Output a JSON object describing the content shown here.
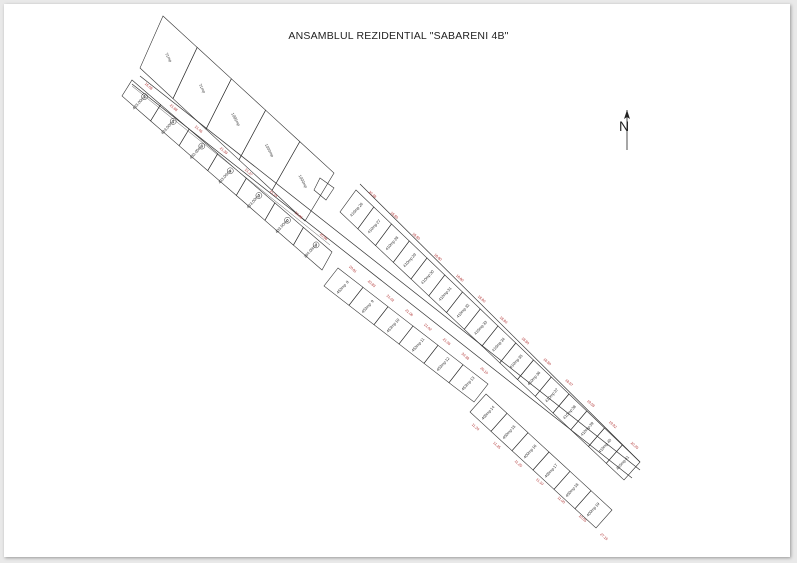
{
  "title": "ANSAMBLUL REZIDENTIAL \"SABARENI 4B\"",
  "north": {
    "label": "N",
    "icon": "north-arrow-icon"
  },
  "north_parcels": [
    {
      "area": "71mp"
    },
    {
      "area": "71mp"
    },
    {
      "area": "1085mp"
    },
    {
      "area": "1000mp"
    },
    {
      "area": "1000mp"
    }
  ],
  "west_lots": [
    {
      "number": "1",
      "area": "433.00mp"
    },
    {
      "number": "2",
      "area": "433.00mp"
    },
    {
      "number": "3",
      "area": "433.00mp"
    },
    {
      "number": "4",
      "area": "433.00mp"
    },
    {
      "number": "5",
      "area": "433.00mp"
    },
    {
      "number": "6",
      "area": "433.00mp"
    },
    {
      "number": "7",
      "area": "384.00mp"
    }
  ],
  "road_lots": [
    {
      "number": "8",
      "area": "453mp"
    },
    {
      "number": "9",
      "area": "453mp"
    },
    {
      "number": "10",
      "area": "453mp"
    },
    {
      "number": "11",
      "area": "453mp"
    },
    {
      "number": "12",
      "area": "453mp"
    },
    {
      "number": "13",
      "area": "453mp"
    }
  ],
  "east_lots": [
    {
      "number": "26",
      "area": "410mp"
    },
    {
      "number": "27",
      "area": "410mp"
    },
    {
      "number": "28",
      "area": "410mp"
    },
    {
      "number": "29",
      "area": "410mp"
    },
    {
      "number": "30",
      "area": "410mp"
    },
    {
      "number": "31",
      "area": "410mp"
    },
    {
      "number": "32",
      "area": "410mp"
    },
    {
      "number": "33",
      "area": "410mp"
    },
    {
      "number": "34",
      "area": "410mp"
    },
    {
      "number": "35",
      "area": "410mp"
    },
    {
      "number": "36",
      "area": "410mp"
    },
    {
      "number": "37",
      "area": "410mp"
    },
    {
      "number": "38",
      "area": "410mp"
    },
    {
      "number": "39",
      "area": "410mp"
    },
    {
      "number": "40",
      "area": "410mp"
    },
    {
      "number": "41",
      "area": "410mp"
    }
  ],
  "south_lots": [
    {
      "number": "14",
      "area": "400mp"
    },
    {
      "number": "15",
      "area": "400mp"
    },
    {
      "number": "16",
      "area": "400mp"
    },
    {
      "number": "17",
      "area": "400mp"
    },
    {
      "number": "18",
      "area": "400mp"
    },
    {
      "number": "19",
      "area": "400mp"
    }
  ],
  "dimensions_west": [
    "16.58",
    "21.68",
    "21.46",
    "21.39",
    "21.27",
    "21.14",
    "21.06",
    "20.96"
  ],
  "dimensions_east": [
    "20.38",
    "18.80",
    "18.80",
    "18.80",
    "18.80",
    "18.80",
    "18.80",
    "18.80",
    "18.80",
    "18.97",
    "19.59",
    "19.92",
    "20.25"
  ],
  "dimensions_road": [
    "20.81",
    "20.83",
    "21.02",
    "21.06",
    "21.02",
    "21.05",
    "20.38",
    "20.10"
  ],
  "dimensions_south": [
    "11.20",
    "11.25",
    "11.25",
    "11.10",
    "11.00",
    "10.55",
    "27.15"
  ]
}
